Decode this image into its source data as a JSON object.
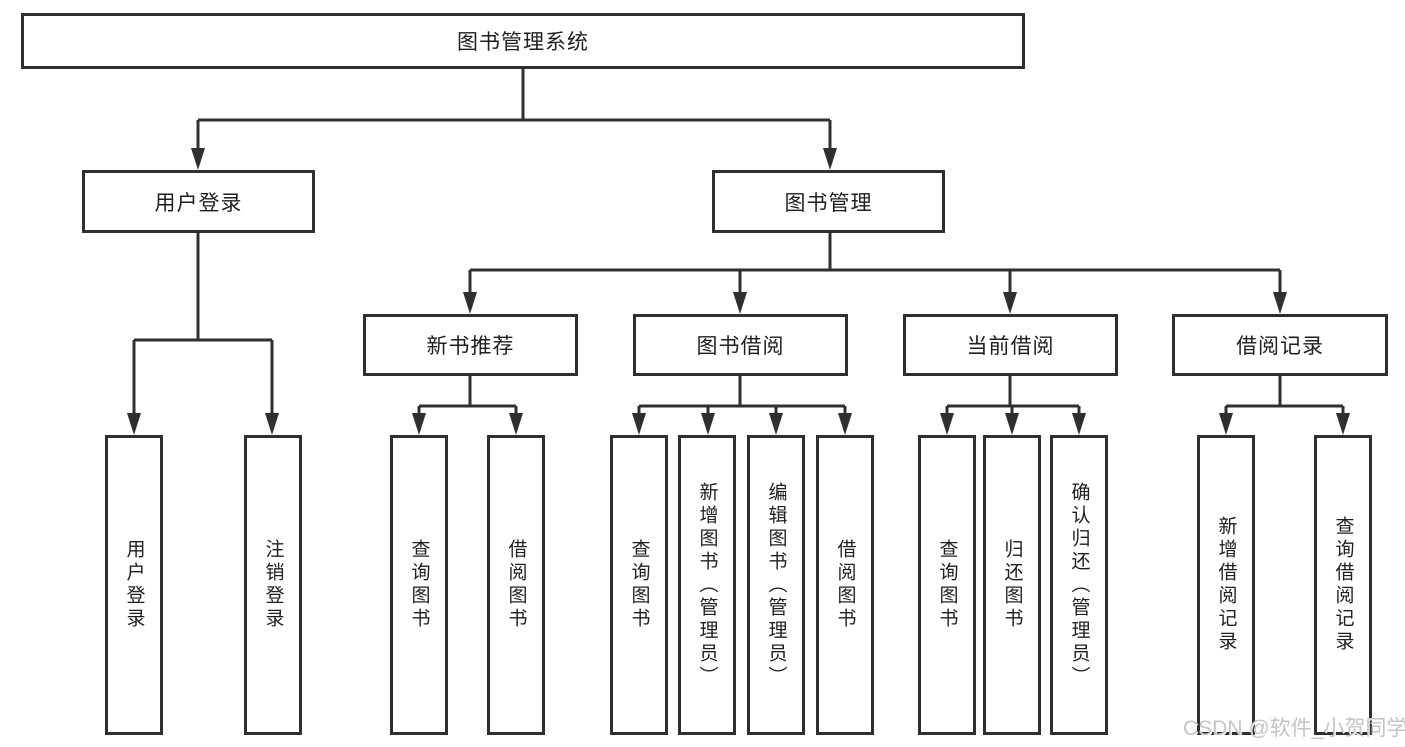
{
  "diagram": {
    "type": "hierarchy-tree",
    "title": "图书管理系统"
  },
  "tree": {
    "root": {
      "label": "图书管理系统",
      "children": [
        {
          "label": "用户登录",
          "children": [
            {
              "label": "用户登录"
            },
            {
              "label": "注销登录"
            }
          ]
        },
        {
          "label": "图书管理",
          "children": [
            {
              "label": "新书推荐",
              "children": [
                {
                  "label": "查询图书"
                },
                {
                  "label": "借阅图书"
                }
              ]
            },
            {
              "label": "图书借阅",
              "children": [
                {
                  "label": "查询图书"
                },
                {
                  "label": "新增图书（管理员）"
                },
                {
                  "label": "编辑图书（管理员）"
                },
                {
                  "label": "借阅图书"
                }
              ]
            },
            {
              "label": "当前借阅",
              "children": [
                {
                  "label": "查询图书"
                },
                {
                  "label": "归还图书"
                },
                {
                  "label": "确认归还（管理员）"
                }
              ]
            },
            {
              "label": "借阅记录",
              "children": [
                {
                  "label": "新增借阅记录"
                },
                {
                  "label": "查询借阅记录"
                }
              ]
            }
          ]
        }
      ]
    }
  },
  "watermark": "CSDN @软件_小贺同学",
  "colors": {
    "line": "#2f2f2f",
    "text": "#1f1f1f",
    "background": "#ffffff",
    "watermark": "#c4c4c4"
  }
}
